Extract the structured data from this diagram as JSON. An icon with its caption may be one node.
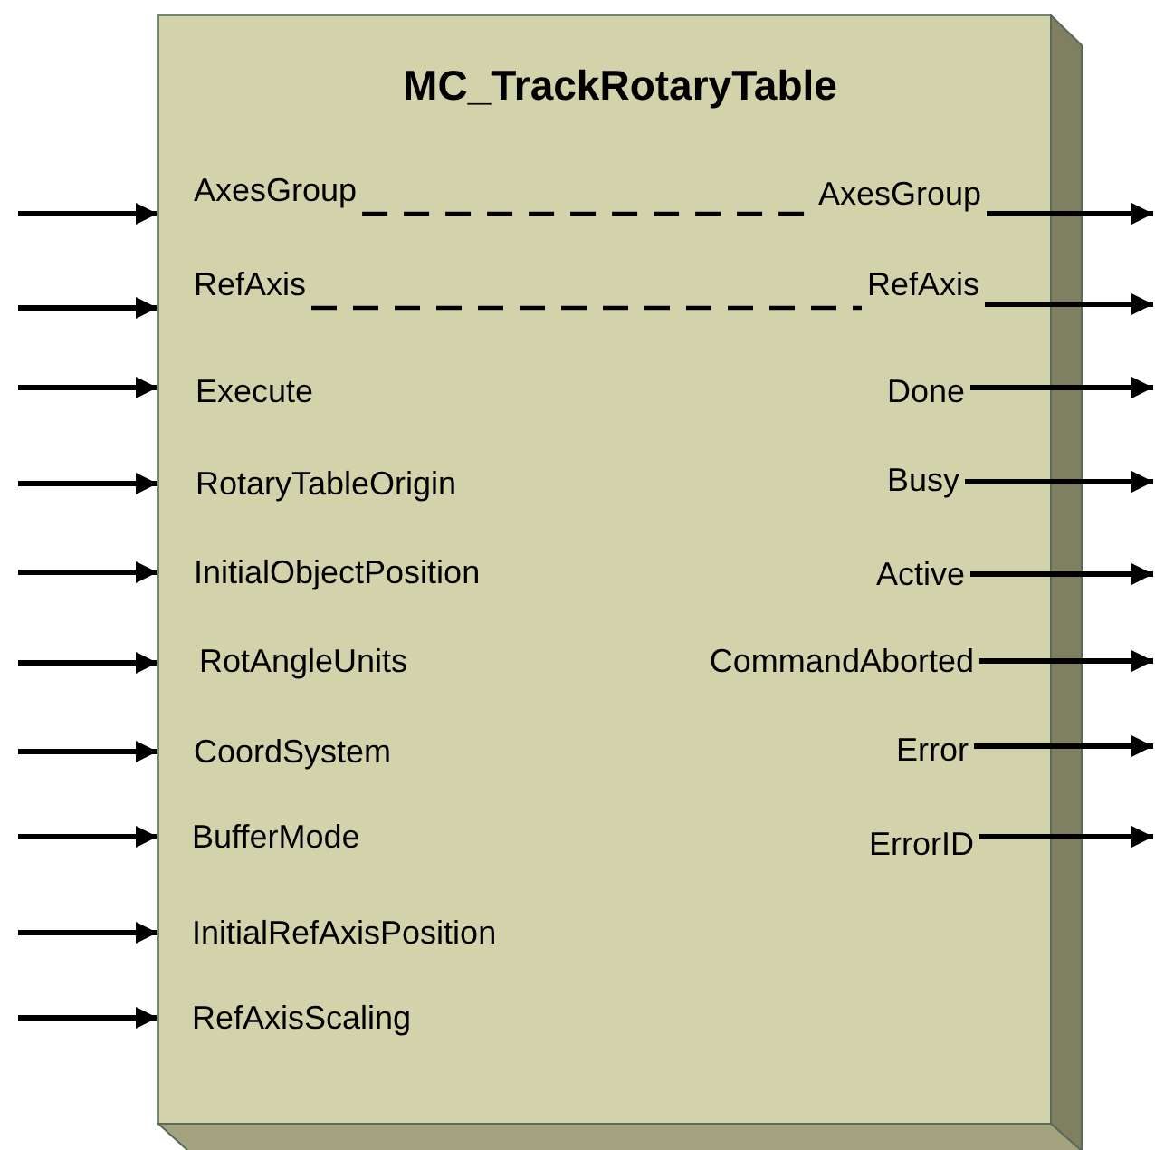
{
  "diagram": {
    "nodes": [
      {
        "text": [
          "MC_TrackRotaryTable"
        ]
      },
      {
        "text": [
          "AxesGroup"
        ],
        "in": 0
      },
      {
        "text": [
          "AxesGroup"
        ],
        "in": 0
      },
      {
        "text": [
          "RefAxis"
        ],
        "in": 0
      },
      {
        "text": [
          "RefAxis"
        ],
        "in": 0
      },
      {
        "text": [
          "Execute"
        ],
        "in": 0
      },
      {
        "text": [
          "Done"
        ],
        "in": 0
      },
      {
        "text": [
          "RotaryTableOrigin"
        ],
        "in": 0
      },
      {
        "text": [
          "Busy"
        ],
        "in": 0
      },
      {
        "text": [
          "InitialObjectPosition"
        ],
        "in": 0
      },
      {
        "text": [
          "Active"
        ],
        "in": 0
      },
      {
        "text": [
          "RotAngleUnits"
        ],
        "in": 0
      },
      {
        "text": [
          "CommandAborted"
        ],
        "in": 0
      },
      {
        "text": [
          "CoordSystem"
        ],
        "in": 0
      },
      {
        "text": [
          "Error"
        ],
        "in": 0
      },
      {
        "text": [
          "BufferMode"
        ],
        "in": 0
      },
      {
        "text": [
          "ErrorID"
        ],
        "in": 0
      },
      {
        "text": [
          "InitialRefAxisPosition"
        ],
        "in": 0
      },
      {
        "text": [
          "RefAxisScaling"
        ],
        "in": 0
      }
    ],
    "edges": [
      {
        "from": null,
        "to": 1,
        "arrow": "to"
      },
      {
        "from": 1,
        "to": 2,
        "arrow": "none",
        "style": "dashed"
      },
      {
        "from": 2,
        "to": null,
        "arrow": "to"
      },
      {
        "from": null,
        "to": 3,
        "arrow": "to"
      },
      {
        "from": 3,
        "to": 4,
        "arrow": "none",
        "style": "dashed"
      },
      {
        "from": 4,
        "to": null,
        "arrow": "to"
      },
      {
        "from": null,
        "to": 5,
        "arrow": "to"
      },
      {
        "from": 6,
        "to": null,
        "arrow": "to"
      },
      {
        "from": null,
        "to": 7,
        "arrow": "to"
      },
      {
        "from": 8,
        "to": null,
        "arrow": "to"
      },
      {
        "from": null,
        "to": 9,
        "arrow": "to"
      },
      {
        "from": 10,
        "to": null,
        "arrow": "to"
      },
      {
        "from": null,
        "to": 11,
        "arrow": "to"
      },
      {
        "from": 12,
        "to": null,
        "arrow": "to"
      },
      {
        "from": null,
        "to": 13,
        "arrow": "to"
      },
      {
        "from": 14,
        "to": null,
        "arrow": "to"
      },
      {
        "from": null,
        "to": 15,
        "arrow": "to"
      },
      {
        "from": 16,
        "to": null,
        "arrow": "to"
      },
      {
        "from": null,
        "to": 17,
        "arrow": "to"
      },
      {
        "from": null,
        "to": 18,
        "arrow": "to"
      }
    ]
  }
}
